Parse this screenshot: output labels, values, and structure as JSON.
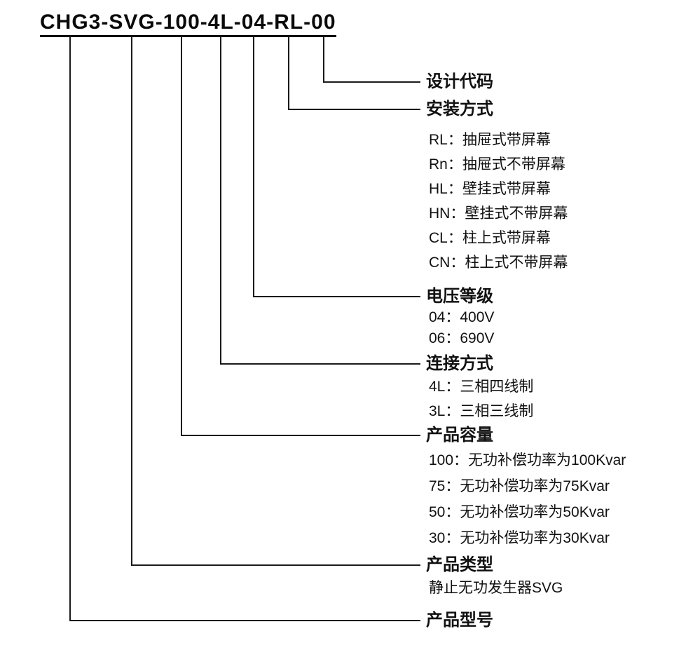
{
  "model": {
    "segments": [
      "CHG3",
      "SVG",
      "100",
      "4L",
      "04",
      "RL",
      "00"
    ],
    "separator": "-"
  },
  "labels": {
    "design_code": "设计代码",
    "installation": "安装方式",
    "voltage": "电压等级",
    "connection": "连接方式",
    "capacity": "产品容量",
    "product_type": "产品类型",
    "model_number": "产品型号"
  },
  "installation_options": [
    "RL：抽屉式带屏幕",
    "Rn：抽屉式不带屏幕",
    "HL：壁挂式带屏幕",
    "HN：壁挂式不带屏幕",
    "CL：柱上式带屏幕",
    "CN：柱上式不带屏幕"
  ],
  "voltage_options": [
    "04：400V",
    "06：690V"
  ],
  "connection_options": [
    "4L：三相四线制",
    "3L：三相三线制"
  ],
  "capacity_options": [
    "100：无功补偿功率为100Kvar",
    "75：无功补偿功率为75Kvar",
    "50：无功补偿功率为50Kvar",
    "30：无功补偿功率为30Kvar"
  ],
  "product_type_options": [
    "静止无功发生器SVG"
  ],
  "colors": {
    "ink": "#111111",
    "background": "#ffffff"
  }
}
